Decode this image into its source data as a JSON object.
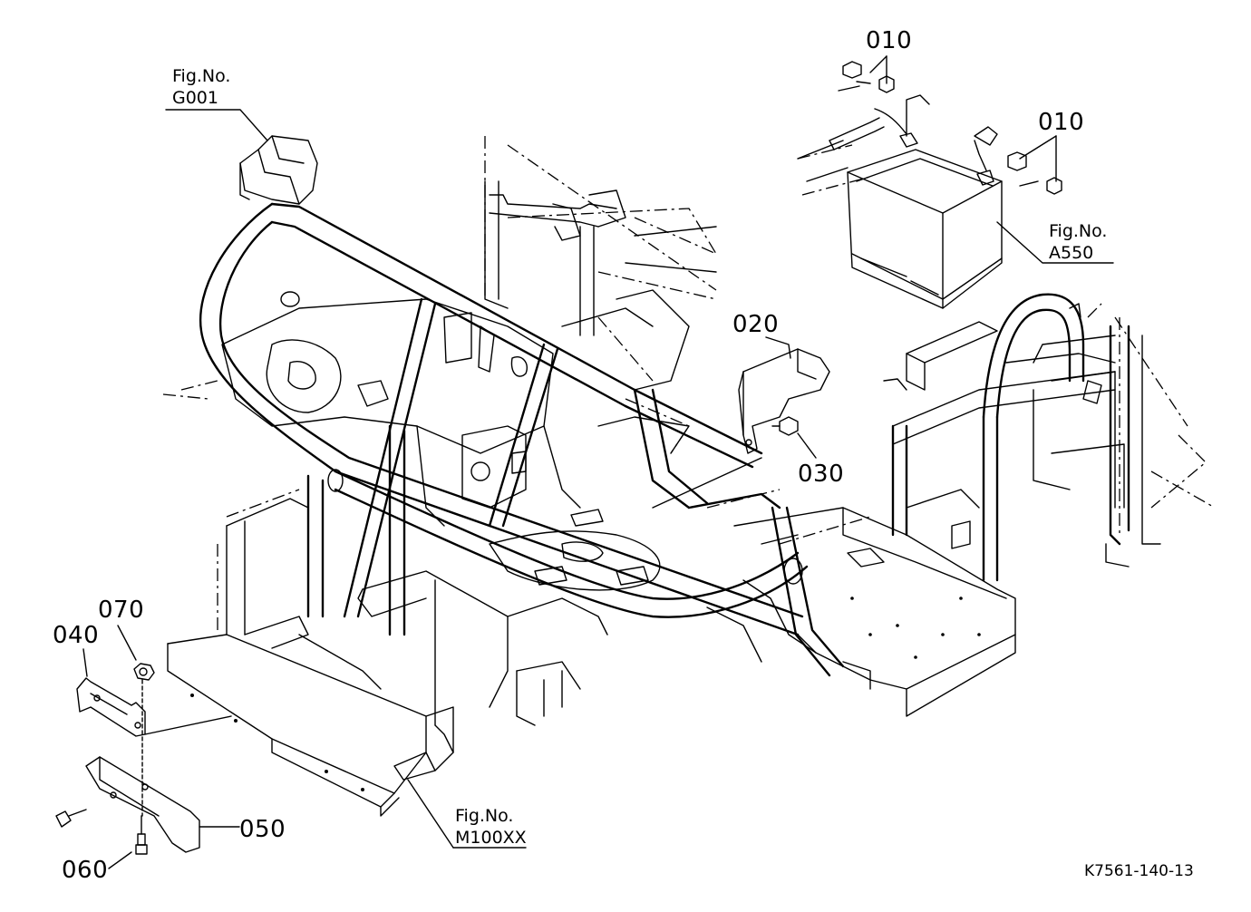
{
  "parts": {
    "p010a": "010",
    "p010b": "010",
    "p020": "020",
    "p030": "030",
    "p040": "040",
    "p050": "050",
    "p060": "060",
    "p070": "070"
  },
  "figure_refs": {
    "g001": {
      "label": "Fig.No.",
      "number": "G001"
    },
    "a550": {
      "label": "Fig.No.",
      "number": "A550"
    },
    "m100xx": {
      "label": "Fig.No.",
      "number": "M100XX"
    }
  },
  "drawing_code": "K7561-140-13",
  "colors": {
    "ink": "#000000",
    "paper": "#ffffff"
  }
}
